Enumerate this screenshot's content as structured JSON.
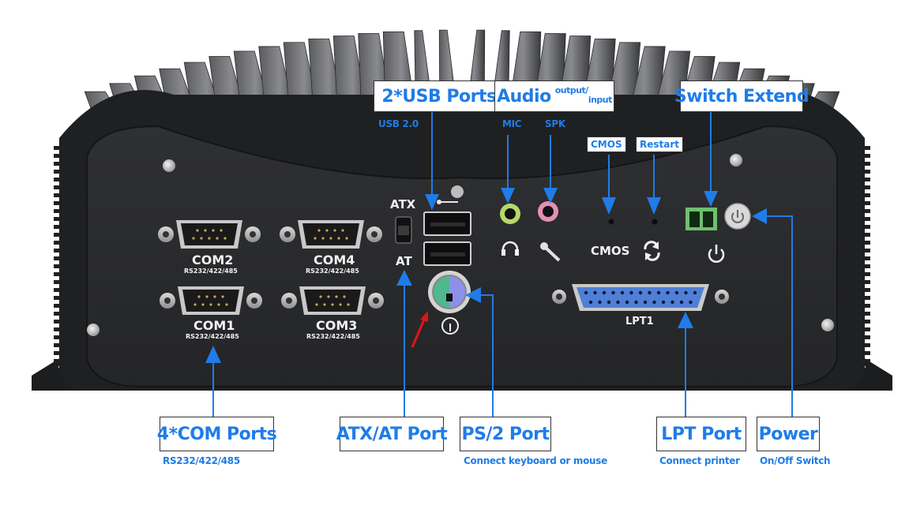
{
  "title": "Fanless industrial mini PC rear I/O panel",
  "colors": {
    "callout_text": "#1f7ce8",
    "arrow": "#1f7ce8",
    "chassis": "#2a2b2d",
    "panel_label": "#f2f2f2",
    "audio_mic_ring": "#b6d86a",
    "audio_spk_ring": "#e58fb3",
    "ps2_keyboard": "#4fb88f",
    "ps2_mouse": "#8e8fe8",
    "lpt_body": "#4f7fd6",
    "terminal_block": "#6fbf6f",
    "red_arrow": "#e0151a"
  },
  "callouts": {
    "usb": {
      "label": "2*USB Ports",
      "sub": "USB 2.0"
    },
    "audio": {
      "label": "Audio",
      "sup": "output/",
      "sub_script": "input",
      "mic": "MIC",
      "spk": "SPK"
    },
    "cmos": {
      "label": "CMOS"
    },
    "restart": {
      "label": "Restart"
    },
    "switch_extend": {
      "label": "Switch Extend"
    },
    "com": {
      "label": "4*COM Ports",
      "sub": "RS232/422/485"
    },
    "atx": {
      "label": "ATX/AT Port"
    },
    "ps2": {
      "label": "PS/2 Port",
      "sub": "Connect keyboard or mouse"
    },
    "lpt": {
      "label": "LPT Port",
      "sub": "Connect printer"
    },
    "power": {
      "label": "Power",
      "sub": "On/Off Switch"
    }
  },
  "panel": {
    "com_ports": [
      {
        "name": "COM2",
        "spec": "RS232/422/485"
      },
      {
        "name": "COM4",
        "spec": "RS232/422/485"
      },
      {
        "name": "COM1",
        "spec": "RS232/422/485"
      },
      {
        "name": "COM3",
        "spec": "RS232/422/485"
      }
    ],
    "atx_label": "ATX",
    "at_label": "AT",
    "cmos_label": "CMOS",
    "lpt_label": "LPT1"
  }
}
